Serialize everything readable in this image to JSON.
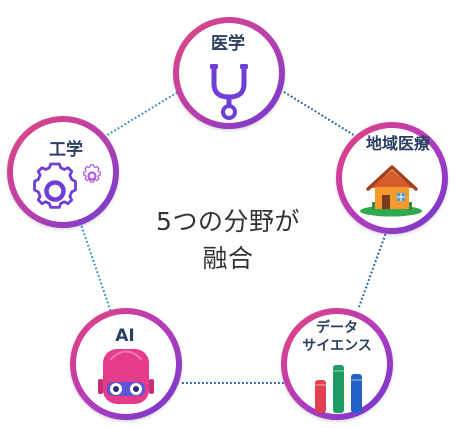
{
  "diagram": {
    "center_text": [
      "5つの分野が",
      "融合"
    ],
    "nodes": {
      "medicine": {
        "label": "医学",
        "icon": "stethoscope-icon"
      },
      "community_medicine": {
        "label": "地域医療",
        "icon": "house-icon"
      },
      "data_science": {
        "label": [
          "データ",
          "サイエンス"
        ],
        "icon": "bar-chart-icon"
      },
      "ai": {
        "label": "AI",
        "icon": "robot-icon"
      },
      "engineering": {
        "label": "工学",
        "icon": "gear-icon"
      }
    },
    "colors": {
      "ring_gradient_start": "#e0487f",
      "ring_gradient_end": "#7c3bd0",
      "connector": "#2f8fc9",
      "connector_dark": "#1f5f9e",
      "purple_icon": "#6f3ed6",
      "house_orange": "#f59a2f",
      "house_roof": "#d65c2d",
      "chart_red": "#e04050",
      "chart_green": "#1e9b62",
      "chart_blue": "#2360c8",
      "robot_pink": "#e43b8b"
    }
  }
}
